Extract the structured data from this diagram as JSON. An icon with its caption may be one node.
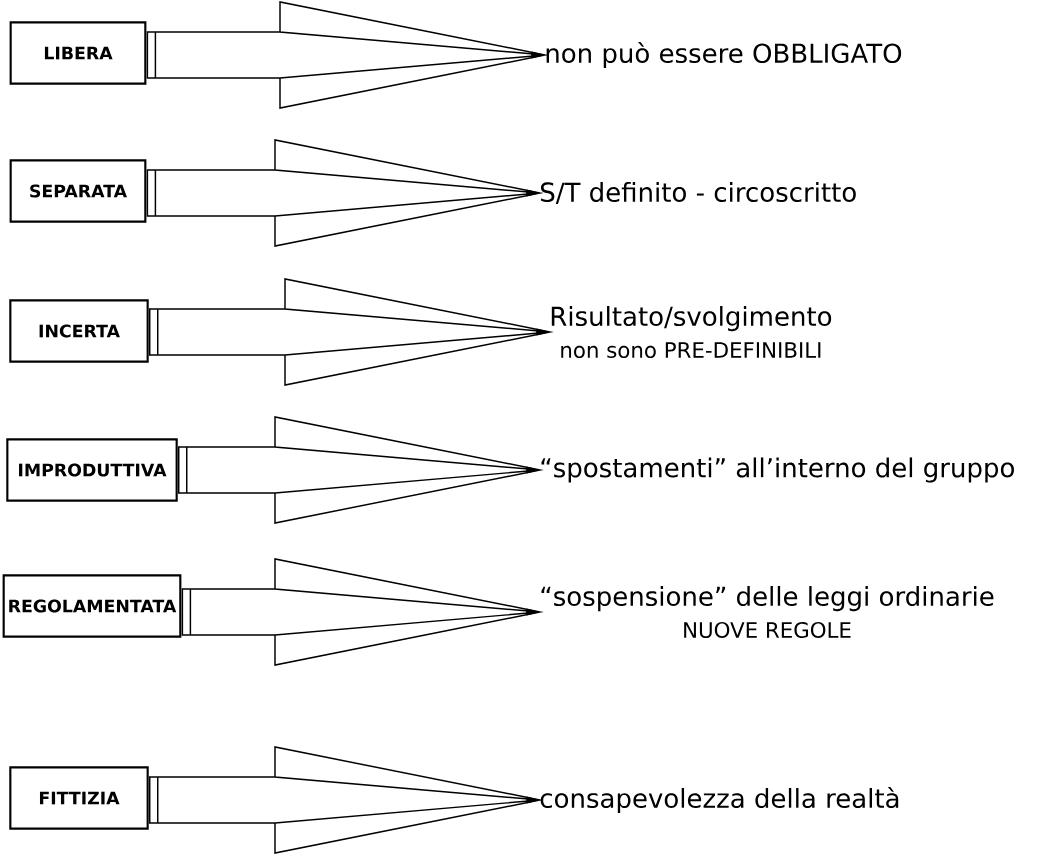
{
  "diagram": {
    "nodes": [
      {
        "text": [
          "LIBERA"
        ]
      },
      {
        "text": [
          "SEPARATA"
        ]
      },
      {
        "text": [
          "INCERTA"
        ]
      },
      {
        "text": [
          "IMPRODUTTIVA"
        ]
      },
      {
        "text": [
          "REGOLAMENTATA"
        ]
      },
      {
        "text": [
          "FITTIZIA"
        ]
      },
      {
        "text": [
          "non può essere OBBLIGATO"
        ]
      },
      {
        "text": [
          "S/T definito - circoscritto"
        ]
      },
      {
        "text": [
          "Risultato/svolgimento",
          "non sono PRE-DEFINIBILI"
        ]
      },
      {
        "text": [
          "“spostamenti” all’interno del gruppo"
        ]
      },
      {
        "text": [
          "“sospensione” delle leggi ordinarie",
          "NUOVE REGOLE"
        ]
      },
      {
        "text": [
          "consapevolezza della realtà"
        ]
      }
    ],
    "edges": [
      {
        "from": 0,
        "to": 6,
        "arrow": "to"
      },
      {
        "from": 1,
        "to": 7,
        "arrow": "to"
      },
      {
        "from": 2,
        "to": 8,
        "arrow": "to"
      },
      {
        "from": 3,
        "to": 9,
        "arrow": "to"
      },
      {
        "from": 4,
        "to": 10,
        "arrow": "to"
      },
      {
        "from": 5,
        "to": 11,
        "arrow": "to"
      }
    ]
  }
}
